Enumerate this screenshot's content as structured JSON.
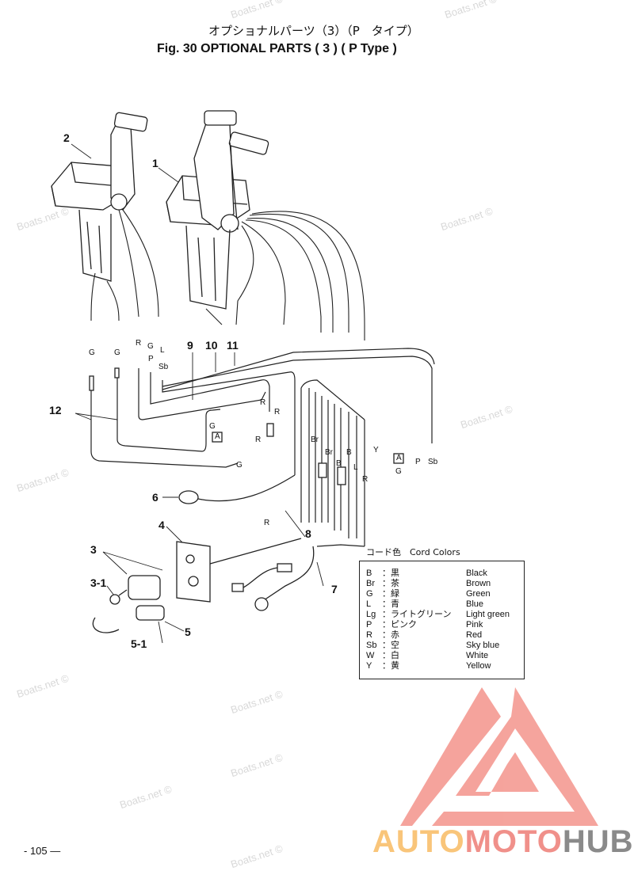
{
  "header": {
    "title_jp": "オプショナルパーツ（3）（P　タイプ）",
    "title_en": "Fig. 30   OPTIONAL PARTS ( 3 ) ( P Type )"
  },
  "callouts": [
    "1",
    "2",
    "3",
    "3-1",
    "4",
    "5",
    "5-1",
    "6",
    "7",
    "8",
    "9",
    "10",
    "11",
    "12"
  ],
  "wire_labels": {
    "top": [
      "G",
      "G",
      "R",
      "G",
      "P",
      "L",
      "Sb"
    ],
    "ref_a": "A",
    "left_g": "G",
    "mid": [
      "R",
      "R",
      "R",
      "G",
      "R"
    ],
    "right": [
      "Br",
      "Br",
      "B",
      "B",
      "L",
      "R",
      "Y",
      "G",
      "P",
      "Sb"
    ]
  },
  "cord_colors": {
    "heading": "コード色　Cord Colors",
    "rows": [
      {
        "code": "B",
        "jp": "：黒",
        "en": "Black"
      },
      {
        "code": "Br",
        "jp": "：茶",
        "en": "Brown"
      },
      {
        "code": "G",
        "jp": "：緑",
        "en": "Green"
      },
      {
        "code": "L",
        "jp": "：青",
        "en": "Blue"
      },
      {
        "code": "Lg",
        "jp": "：ライトグリーン",
        "en": "Light green"
      },
      {
        "code": "P",
        "jp": "：ピンク",
        "en": "Pink"
      },
      {
        "code": "R",
        "jp": "：赤",
        "en": "Red"
      },
      {
        "code": "Sb",
        "jp": "：空",
        "en": "Sky blue"
      },
      {
        "code": "W",
        "jp": "：白",
        "en": "White"
      },
      {
        "code": "Y",
        "jp": "：黄",
        "en": "Yellow"
      }
    ]
  },
  "watermark": "Boats.net ©",
  "page_number": "- 105 —",
  "logo": {
    "part1": "AUTO",
    "part2": "MOTO",
    "part3": "HUB",
    "colors": [
      "#f9c57a",
      "#f0908a",
      "#8a8a8a"
    ]
  }
}
